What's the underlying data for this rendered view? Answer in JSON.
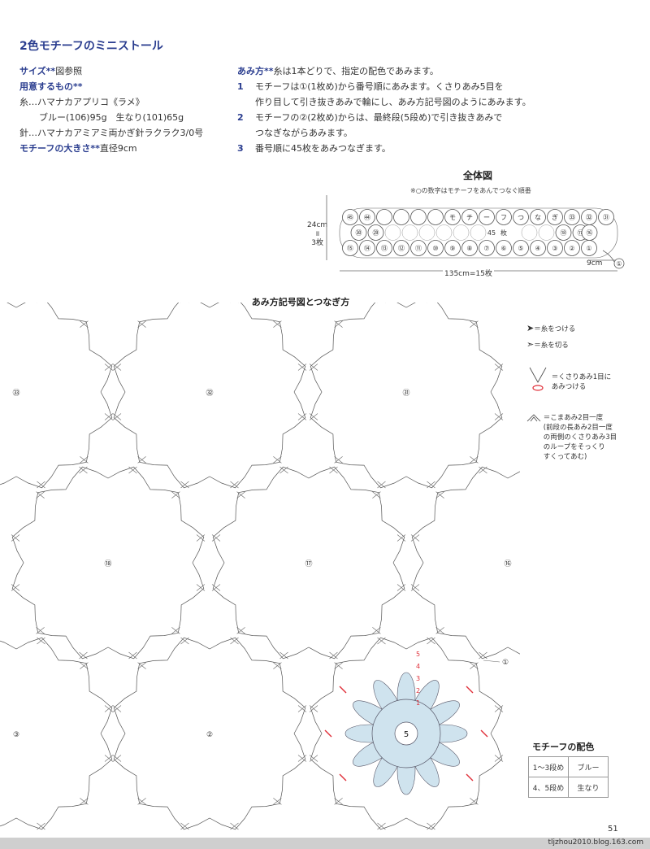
{
  "title": "2色モチーフのミニストール",
  "size": {
    "label": "サイズ**",
    "value": "図参照"
  },
  "materials": {
    "label": "用意するもの**",
    "yarn": "糸…ハマナカアプリコ《ラメ》",
    "yarn_colors": "ブルー(106)95g　生なり(101)65g",
    "hook": "針…ハマナカアミアミ両かぎ針ラクラク3/0号"
  },
  "motif_size": {
    "label": "モチーフの大きさ**",
    "value": "直径9cm"
  },
  "method": {
    "label": "あみ方**",
    "intro": "糸は1本どりで、指定の配色であみます。",
    "steps": [
      {
        "num": "1",
        "lines": [
          "モチーフは①(1枚め)から番号順にあみます。くさりあみ5目を",
          "作り目して引き抜きあみで輪にし、あみ方記号図のようにあみます。"
        ]
      },
      {
        "num": "2",
        "lines": [
          "モチーフの②(2枚め)からは、最終段(5段め)で引き抜きあみで",
          "つなぎながらあみます。"
        ]
      },
      {
        "num": "3",
        "lines": [
          "番号順に45枚をあみつなぎます。"
        ]
      }
    ]
  },
  "whole": {
    "title": "全体図",
    "note": "※○の数字はモチーフをあんでつなぐ順番",
    "height_dim": "24cm",
    "height_sep": "॥",
    "height_count": "3枚",
    "width_dim": "135cm=15枚",
    "motif_dim": "9cm",
    "row_top": [
      "㊺",
      "㊹",
      "",
      "",
      "",
      "",
      "モ",
      "チ",
      "ー",
      "フ",
      "つ",
      "な",
      "ぎ",
      "㉝",
      "㉜",
      "㉛"
    ],
    "row_mid": [
      "㉚",
      "㉙",
      "45",
      "枚",
      "⑱",
      "⑰",
      "⑯"
    ],
    "row_bot": [
      "⑮",
      "⑭",
      "⑬",
      "⑫",
      "⑪",
      "⑩",
      "⑨",
      "⑧",
      "⑦",
      "⑥",
      "⑤",
      "④",
      "③",
      "②",
      "①"
    ],
    "start_label": "①"
  },
  "chart": {
    "title": "あみ方記号図とつなぎ方",
    "motifs": [
      "㉝",
      "㉜",
      "㉛",
      "⑱",
      "⑰",
      "⑯",
      "③",
      "②",
      "①"
    ],
    "center_label": "5",
    "round_labels": [
      "5",
      "4",
      "3",
      "2",
      "1"
    ]
  },
  "legend": {
    "attach": "＝糸をつける",
    "cut": "＝糸を切る",
    "join_lines": [
      "＝くさりあみ1目に",
      "あみつける"
    ],
    "dec_lines": [
      "＝こまあみ2目一度",
      "(前段の長あみ2目一度",
      "の両側のくさりあみ3目",
      "のループをそっくり",
      "すくってあむ)"
    ]
  },
  "color_scheme": {
    "title": "モチーフの配色",
    "rows": [
      {
        "rounds": "1〜3段め",
        "color": "ブルー"
      },
      {
        "rounds": "4、5段め",
        "color": "生なり"
      }
    ]
  },
  "page_number": "51",
  "footer": "tljzhou2010.blog.163.com",
  "colors": {
    "heading": "#2a3d8f",
    "blue_fill": "#cfe3ee",
    "red_mark": "#e0303a"
  }
}
